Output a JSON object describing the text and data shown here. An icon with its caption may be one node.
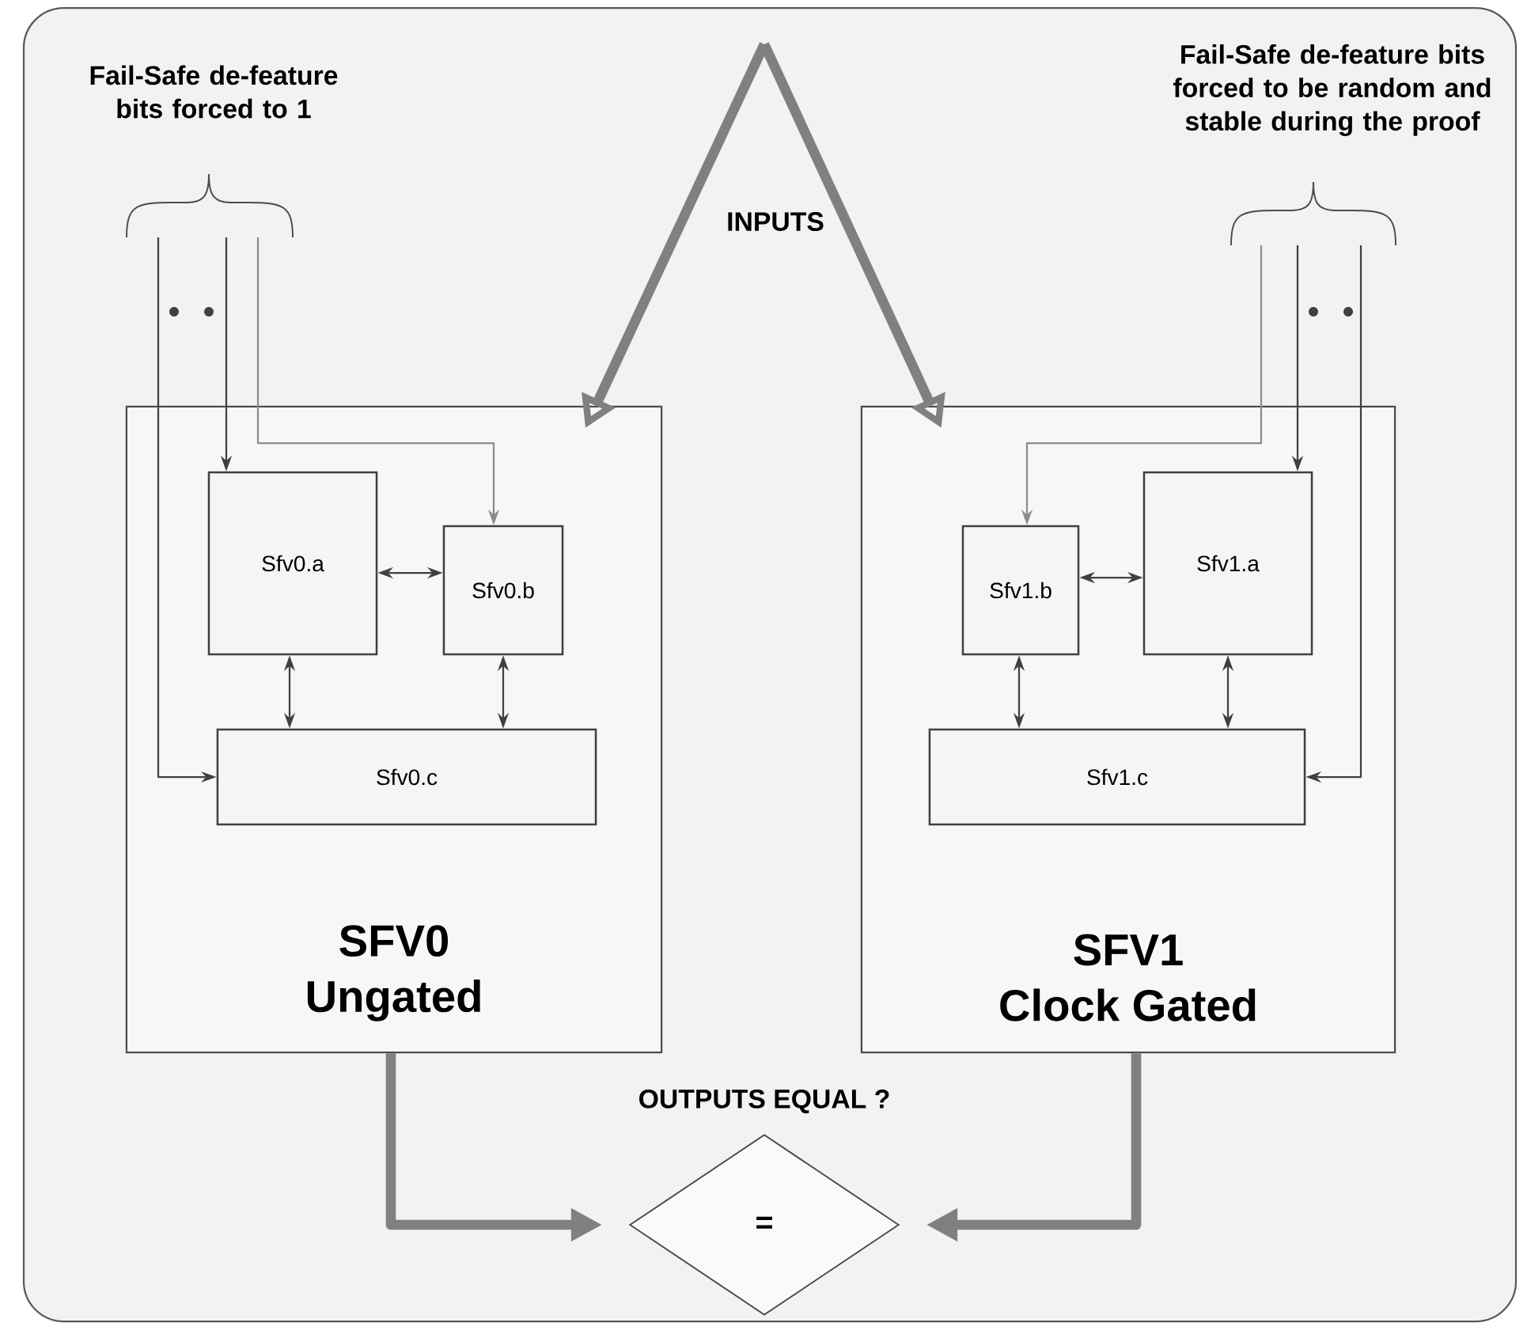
{
  "diagram": {
    "nodes": [
      {
        "text": [
          "Fail-Safe de-feature bits forced to 1"
        ]
      },
      {
        "text": [
          "Fail-Safe de-feature bits forced to be random and stable during the proof"
        ]
      },
      {
        "text": [
          "SFV0",
          "Ungated"
        ]
      },
      {
        "text": [
          "Sfv0.a"
        ],
        "in": 2
      },
      {
        "text": [
          "Sfv0.b"
        ],
        "in": 2
      },
      {
        "text": [
          "Sfv0.c"
        ],
        "in": 2
      },
      {
        "text": [
          "SFV1",
          "Clock Gated"
        ]
      },
      {
        "text": [
          "Sfv1.b"
        ],
        "in": 6
      },
      {
        "text": [
          "Sfv1.a"
        ],
        "in": 6
      },
      {
        "text": [
          "Sfv1.c"
        ],
        "in": 6
      },
      {
        "text": [
          "="
        ],
        "beside": [
          "OUTPUTS EQUAL ?"
        ]
      }
    ],
    "edges": [
      {
        "from": 0,
        "to": 3,
        "arrow": "to"
      },
      {
        "from": 0,
        "to": 4,
        "arrow": "to",
        "color": "#8c8c8c"
      },
      {
        "from": 0,
        "to": 5,
        "arrow": "to"
      },
      {
        "from": null,
        "to": 2,
        "arrow": "to",
        "style": "thick",
        "color": "#808080"
      },
      {
        "from": null,
        "to": 6,
        "arrow": "to",
        "style": "thick",
        "color": "#808080"
      },
      {
        "from": 3,
        "to": 4,
        "arrow": "both"
      },
      {
        "from": 3,
        "to": 5,
        "arrow": "both"
      },
      {
        "from": 4,
        "to": 5,
        "arrow": "both"
      },
      {
        "from": 1,
        "to": 8,
        "arrow": "to"
      },
      {
        "from": 1,
        "to": 7,
        "arrow": "to",
        "color": "#8c8c8c"
      },
      {
        "from": 1,
        "to": 9,
        "arrow": "to"
      },
      {
        "from": 7,
        "to": 8,
        "arrow": "both"
      },
      {
        "from": 7,
        "to": 9,
        "arrow": "both"
      },
      {
        "from": 8,
        "to": 9,
        "arrow": "both"
      },
      {
        "from": 2,
        "to": 10,
        "arrow": "to",
        "style": "thick",
        "color": "#808080"
      },
      {
        "from": 6,
        "to": 10,
        "arrow": "to",
        "style": "thick",
        "color": "#808080"
      }
    ],
    "labels": [
      "INPUTS"
    ]
  }
}
